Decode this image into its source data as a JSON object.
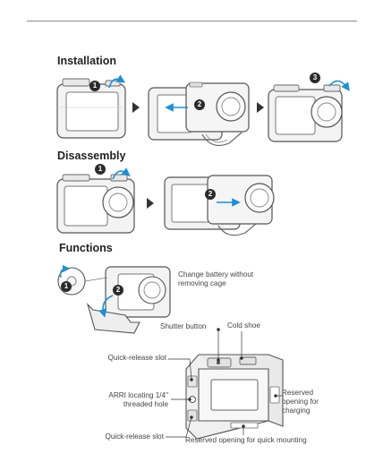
{
  "sections": {
    "installation": "Installation",
    "disassembly": "Disassembly",
    "functions": "Functions"
  },
  "steps": {
    "one": "1",
    "two": "2",
    "three": "3"
  },
  "callouts": {
    "change_battery_line1": "Change battery without",
    "change_battery_line2": "removing cage",
    "shutter_button": "Shutter button",
    "cold_shoe": "Cold shoe",
    "quick_release_slot_top": "Quick-release slot",
    "arri_line1": "ARRI locating 1/4\"",
    "arri_line2": "threaded hole",
    "quick_release_slot_bottom": "Quick-release slot",
    "reserved_charging_line1": "Reserved",
    "reserved_charging_line2": "opening for",
    "reserved_charging_line3": "charging",
    "reserved_mounting": "Reserved opening for quick mounting"
  },
  "colors": {
    "accent_arrow": "#1f8fd0",
    "badge": "#2b2b2b",
    "line": "#555555",
    "cage_fill": "#f1f1f1"
  }
}
